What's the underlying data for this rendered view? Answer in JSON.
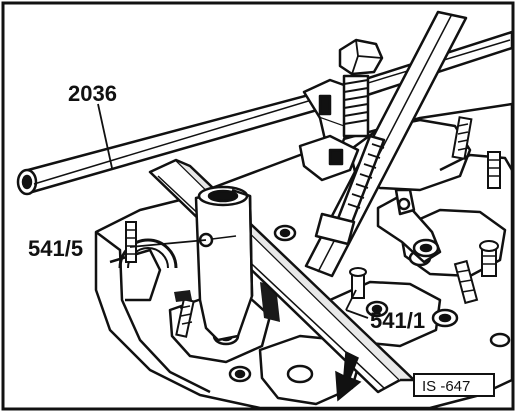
{
  "figure": {
    "labels": {
      "tool_2036": "2036",
      "tool_541_5": "541/5",
      "tool_541_1": "541/1"
    },
    "reference": "IS -647",
    "colors": {
      "ink": "#111111",
      "paper": "#ffffff",
      "shade": "#1a1a1a"
    }
  }
}
